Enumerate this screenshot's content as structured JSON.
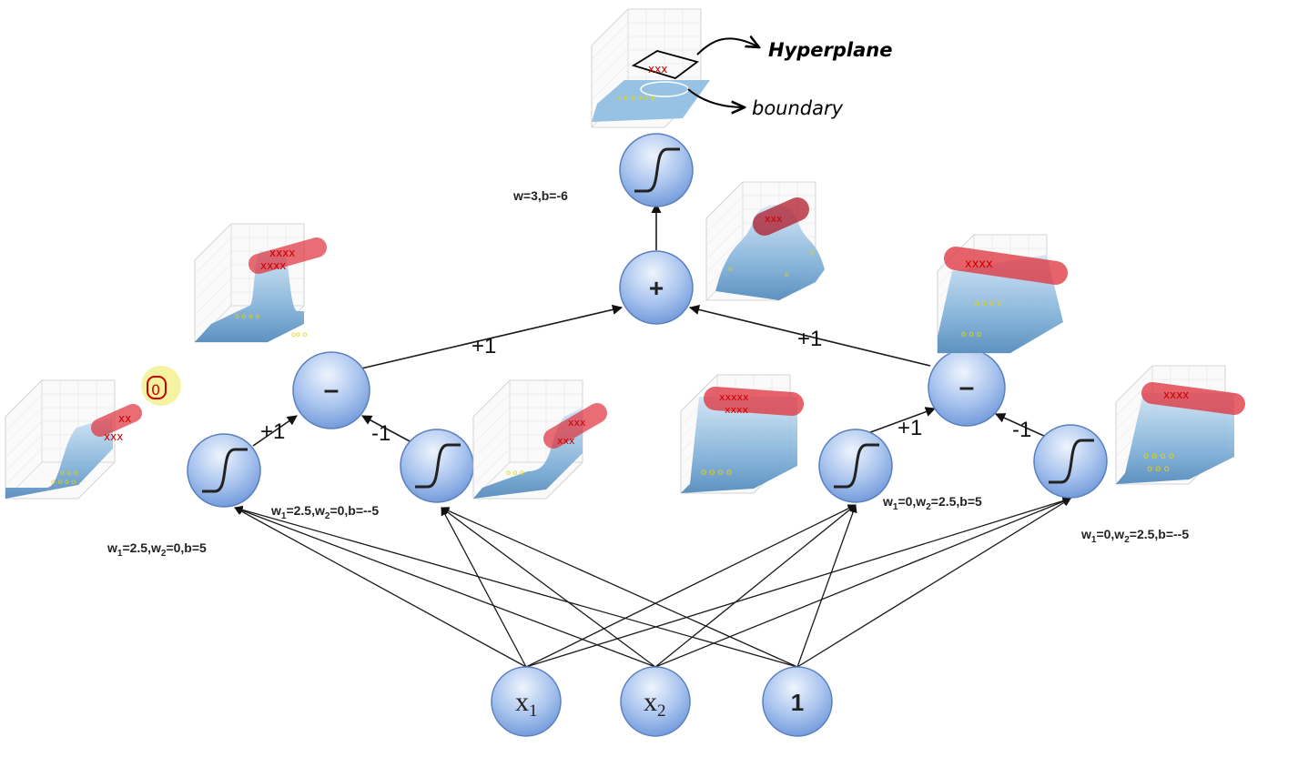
{
  "nodes": {
    "x1": {
      "sym": "x",
      "sub": "1"
    },
    "x2": {
      "sym": "x",
      "sub": "2"
    },
    "bias": "1",
    "sum": "+",
    "diff_left": "–",
    "diff_right": "–"
  },
  "edge_labels": {
    "left_to_sum": "+1",
    "right_to_sum": "+1",
    "s1_to_diff": "+1",
    "s2_to_diff": "-1",
    "s3_to_diff": "+1",
    "s4_to_diff": "-1"
  },
  "param_labels": {
    "out": "w=3,b=-6",
    "s1": {
      "a": "w",
      "a_sub": "1",
      "b": "=2.5,w",
      "b_sub": "2",
      "c": "=0,b=5"
    },
    "s2": {
      "a": "w",
      "a_sub": "1",
      "b": "=2.5,w",
      "b_sub": "2",
      "c": "=0,b=--5"
    },
    "s3": {
      "a": "w",
      "a_sub": "1",
      "b": "=0,w",
      "b_sub": "2",
      "c": "=2.5,b=5"
    },
    "s4": {
      "a": "w",
      "a_sub": "1",
      "b": "=0,w",
      "b_sub": "2",
      "c": "=2.5,b=--5"
    }
  },
  "annotations": {
    "hyperplane": "Hyperplane",
    "boundary": "boundary",
    "circled_mark": "0"
  },
  "colors": {
    "node_fill_top": "#dbe8fb",
    "node_fill_bottom": "#6b95d8",
    "node_stroke": "#5a7fbf",
    "surface": "#6fa3cf",
    "class_x_highlight": "#e0303a",
    "class_o_marks": "#f0e02a",
    "yellow_highlight": "#f6f3a0"
  }
}
